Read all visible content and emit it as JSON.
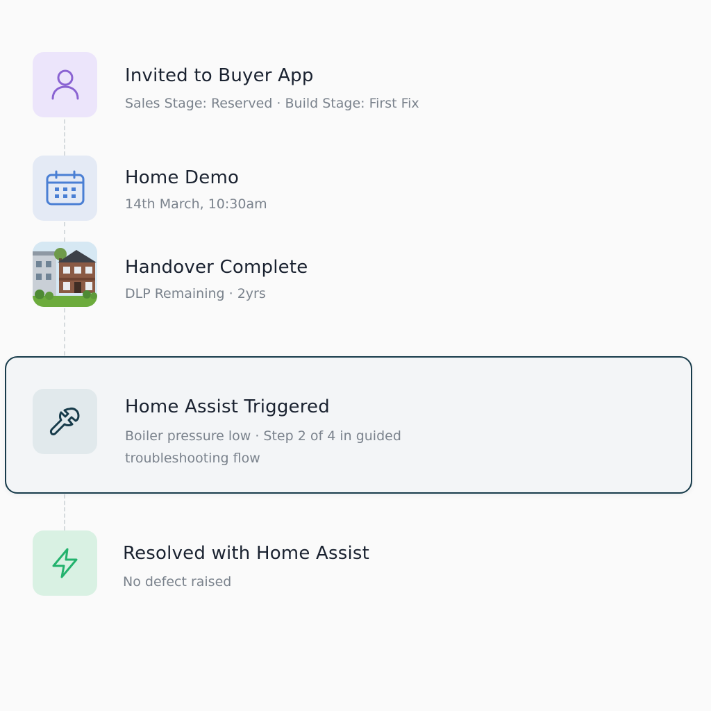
{
  "timeline": {
    "items": [
      {
        "title": "Invited to Buyer App",
        "subtitle": "Sales Stage: Reserved · Build Stage: First Fix",
        "icon": "user-icon",
        "tile_color": "#ece5fb",
        "icon_color": "#8a63d2"
      },
      {
        "title": "Home Demo",
        "subtitle": "14th March, 10:30am",
        "icon": "calendar-icon",
        "tile_color": "#e4eaf5",
        "icon_color": "#4a7fd4"
      },
      {
        "title": "Handover Complete",
        "subtitle": "DLP Remaining · 2yrs",
        "icon": "house-photo"
      },
      {
        "title": "Home Assist Triggered",
        "subtitle_line1": "Boiler pressure low · Step 2 of 4 in guided",
        "subtitle_line2": "troubleshooting flow",
        "icon": "wrench-icon",
        "tile_color": "#e1e9ec",
        "icon_color": "#173b4a",
        "border_color": "#173b4a"
      },
      {
        "title": "Resolved with Home Assist",
        "subtitle": "No defect raised",
        "icon": "lightning-bolt-icon",
        "tile_color": "#d9f1e3",
        "icon_color": "#23b26d"
      }
    ]
  }
}
